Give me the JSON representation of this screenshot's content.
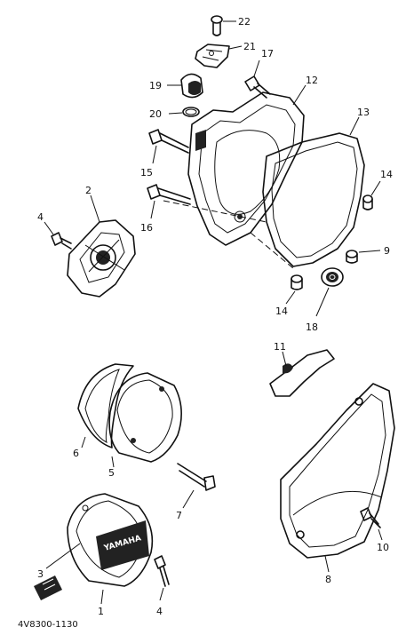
{
  "diagram": {
    "drawing_code": "4V8300-1130",
    "brand_text": "YAMAHA",
    "callouts": {
      "c1": "1",
      "c2": "2",
      "c3": "3",
      "c4a": "4",
      "c4b": "4",
      "c5": "5",
      "c6": "6",
      "c7": "7",
      "c8": "8",
      "c9": "9",
      "c10": "10",
      "c11": "11",
      "c12": "12",
      "c13": "13",
      "c14a": "14",
      "c14b": "14",
      "c15": "15",
      "c16": "16",
      "c17": "17",
      "c18": "18",
      "c19": "19",
      "c20": "20",
      "c21": "21",
      "c22": "22"
    }
  }
}
